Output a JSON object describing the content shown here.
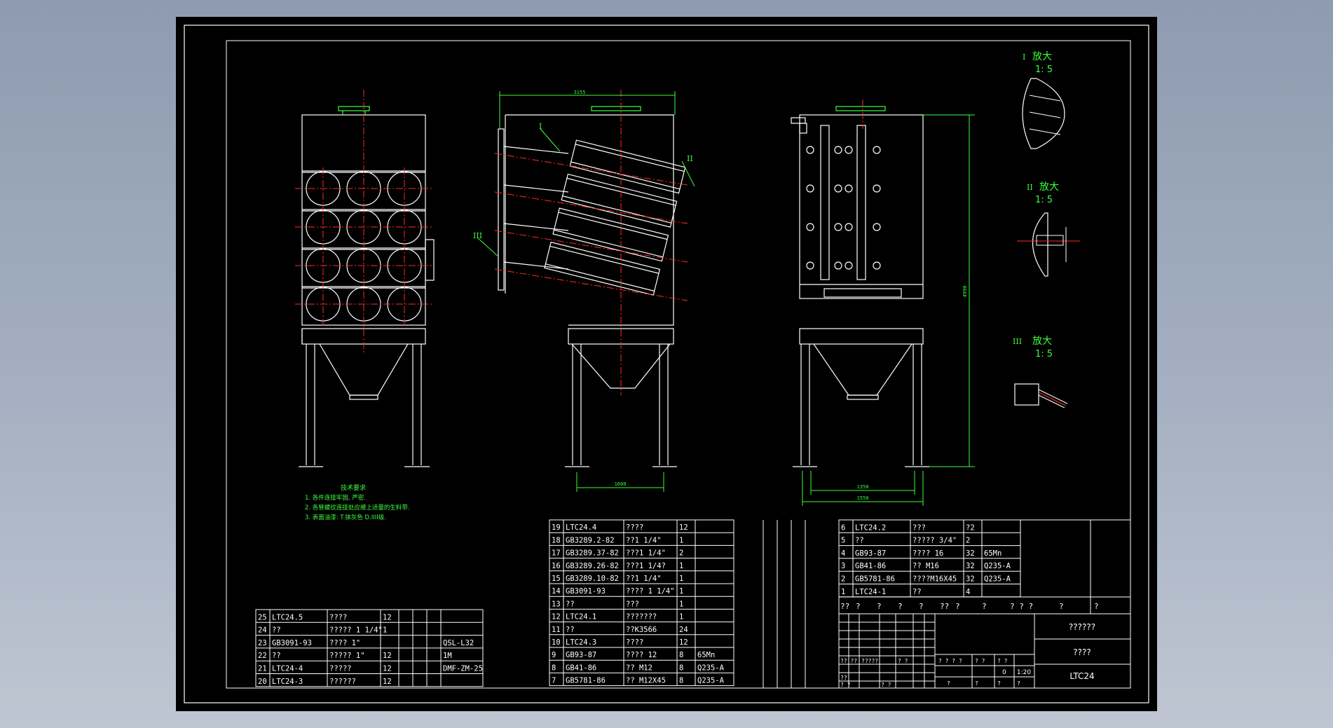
{
  "details": [
    {
      "roman": "I",
      "label": "放大",
      "scale": "1: 5"
    },
    {
      "roman": "II",
      "label": "放大",
      "scale": "1: 5"
    },
    {
      "roman": "III",
      "label": "放大",
      "scale": "1: 5"
    }
  ],
  "dims": {
    "top_width": "3155",
    "bottom_width_side": "1600",
    "height": "4990",
    "inner_width_right": "1350",
    "outer_width_right": "1550"
  },
  "view_callouts": {
    "I": "I",
    "II": "II",
    "III": "III"
  },
  "notes": {
    "title": "技术要求",
    "lines": [
      "1. 各件连接牢固, 严密.",
      "2. 各管螺纹连接处应缠上适量的生料带.",
      "3. 表面油漆: T.抹灰色 D.IIII级."
    ]
  },
  "bom_left": [
    [
      "25",
      "LTC24.5",
      "????",
      "12",
      "",
      "",
      "",
      ""
    ],
    [
      "24",
      "??",
      "????? 1 1/4\"",
      "1",
      "",
      "",
      "",
      ""
    ],
    [
      "23",
      "GB3091-93",
      "???? 1\"",
      "",
      "",
      "",
      "",
      "QSL-L32"
    ],
    [
      "22",
      "??",
      "????? 1\"",
      "12",
      "",
      "",
      "",
      "1M"
    ],
    [
      "21",
      "LTC24-4",
      "?????",
      "12",
      "",
      "",
      "",
      "DMF-ZM-25"
    ],
    [
      "20",
      "LTC24-3",
      "??????",
      "12",
      "",
      "",
      "",
      ""
    ]
  ],
  "bom_mid": [
    [
      "19",
      "LTC24.4",
      "????",
      "12",
      ""
    ],
    [
      "18",
      "GB3289.2-82",
      "??1 1/4\"",
      "1",
      ""
    ],
    [
      "17",
      "GB3289.37-82",
      "???1 1/4\"",
      "2",
      ""
    ],
    [
      "16",
      "GB3289.26-82",
      "???1 1/4?",
      "1",
      ""
    ],
    [
      "15",
      "GB3289.10-82",
      "??1 1/4\"",
      "1",
      ""
    ],
    [
      "14",
      "GB3091-93",
      "???? 1 1/4\"",
      "1",
      ""
    ],
    [
      "13",
      "??",
      "???",
      "1",
      ""
    ],
    [
      "12",
      "LTC24.1",
      "???????",
      "1",
      ""
    ],
    [
      "11",
      "??",
      "??K3566",
      "24",
      ""
    ],
    [
      "10",
      "LTC24.3",
      "????",
      "12",
      ""
    ],
    [
      "9",
      "GB93-87",
      "???? 12",
      "8",
      "65Mn"
    ],
    [
      "8",
      "GB41-86",
      "?? M12",
      "8",
      "Q235-A"
    ],
    [
      "7",
      "GB5781-86",
      "?? M12X45",
      "8",
      "Q235-A"
    ]
  ],
  "bom_right": [
    [
      "6",
      "LTC24.2",
      "???",
      "?2",
      ""
    ],
    [
      "5",
      "??",
      "????? 3/4\"",
      "2",
      ""
    ],
    [
      "4",
      "GB93-87",
      "???? 16",
      "32",
      "65Mn"
    ],
    [
      "3",
      "GB41-86",
      "?? M16",
      "32",
      "Q235-A"
    ],
    [
      "2",
      "GB5781-86",
      "????M16X45",
      "32",
      "Q235-A"
    ],
    [
      "1",
      "LTC24-1",
      "??",
      "4",
      ""
    ]
  ],
  "bom_header": [
    "??",
    "?",
    "?",
    "?",
    "?",
    "??",
    "?",
    "?",
    "? ? ?",
    "?",
    "?"
  ],
  "title_block": {
    "title_top": "??????",
    "title_mid": "????",
    "drawing_no": "LTC24",
    "scale": "1:20",
    "sheet": "0",
    "small_labels": [
      "?? ??",
      "?????",
      "? ?",
      "??",
      "? ? ? ?",
      "? ?",
      "? ?",
      "? ?",
      "? ?",
      "?",
      "?",
      "?",
      "?"
    ]
  },
  "colors": {
    "background_sheet": "#000000",
    "line_white": "#ffffff",
    "line_red": "#ff2a2a",
    "line_green": "#3cff3c"
  }
}
